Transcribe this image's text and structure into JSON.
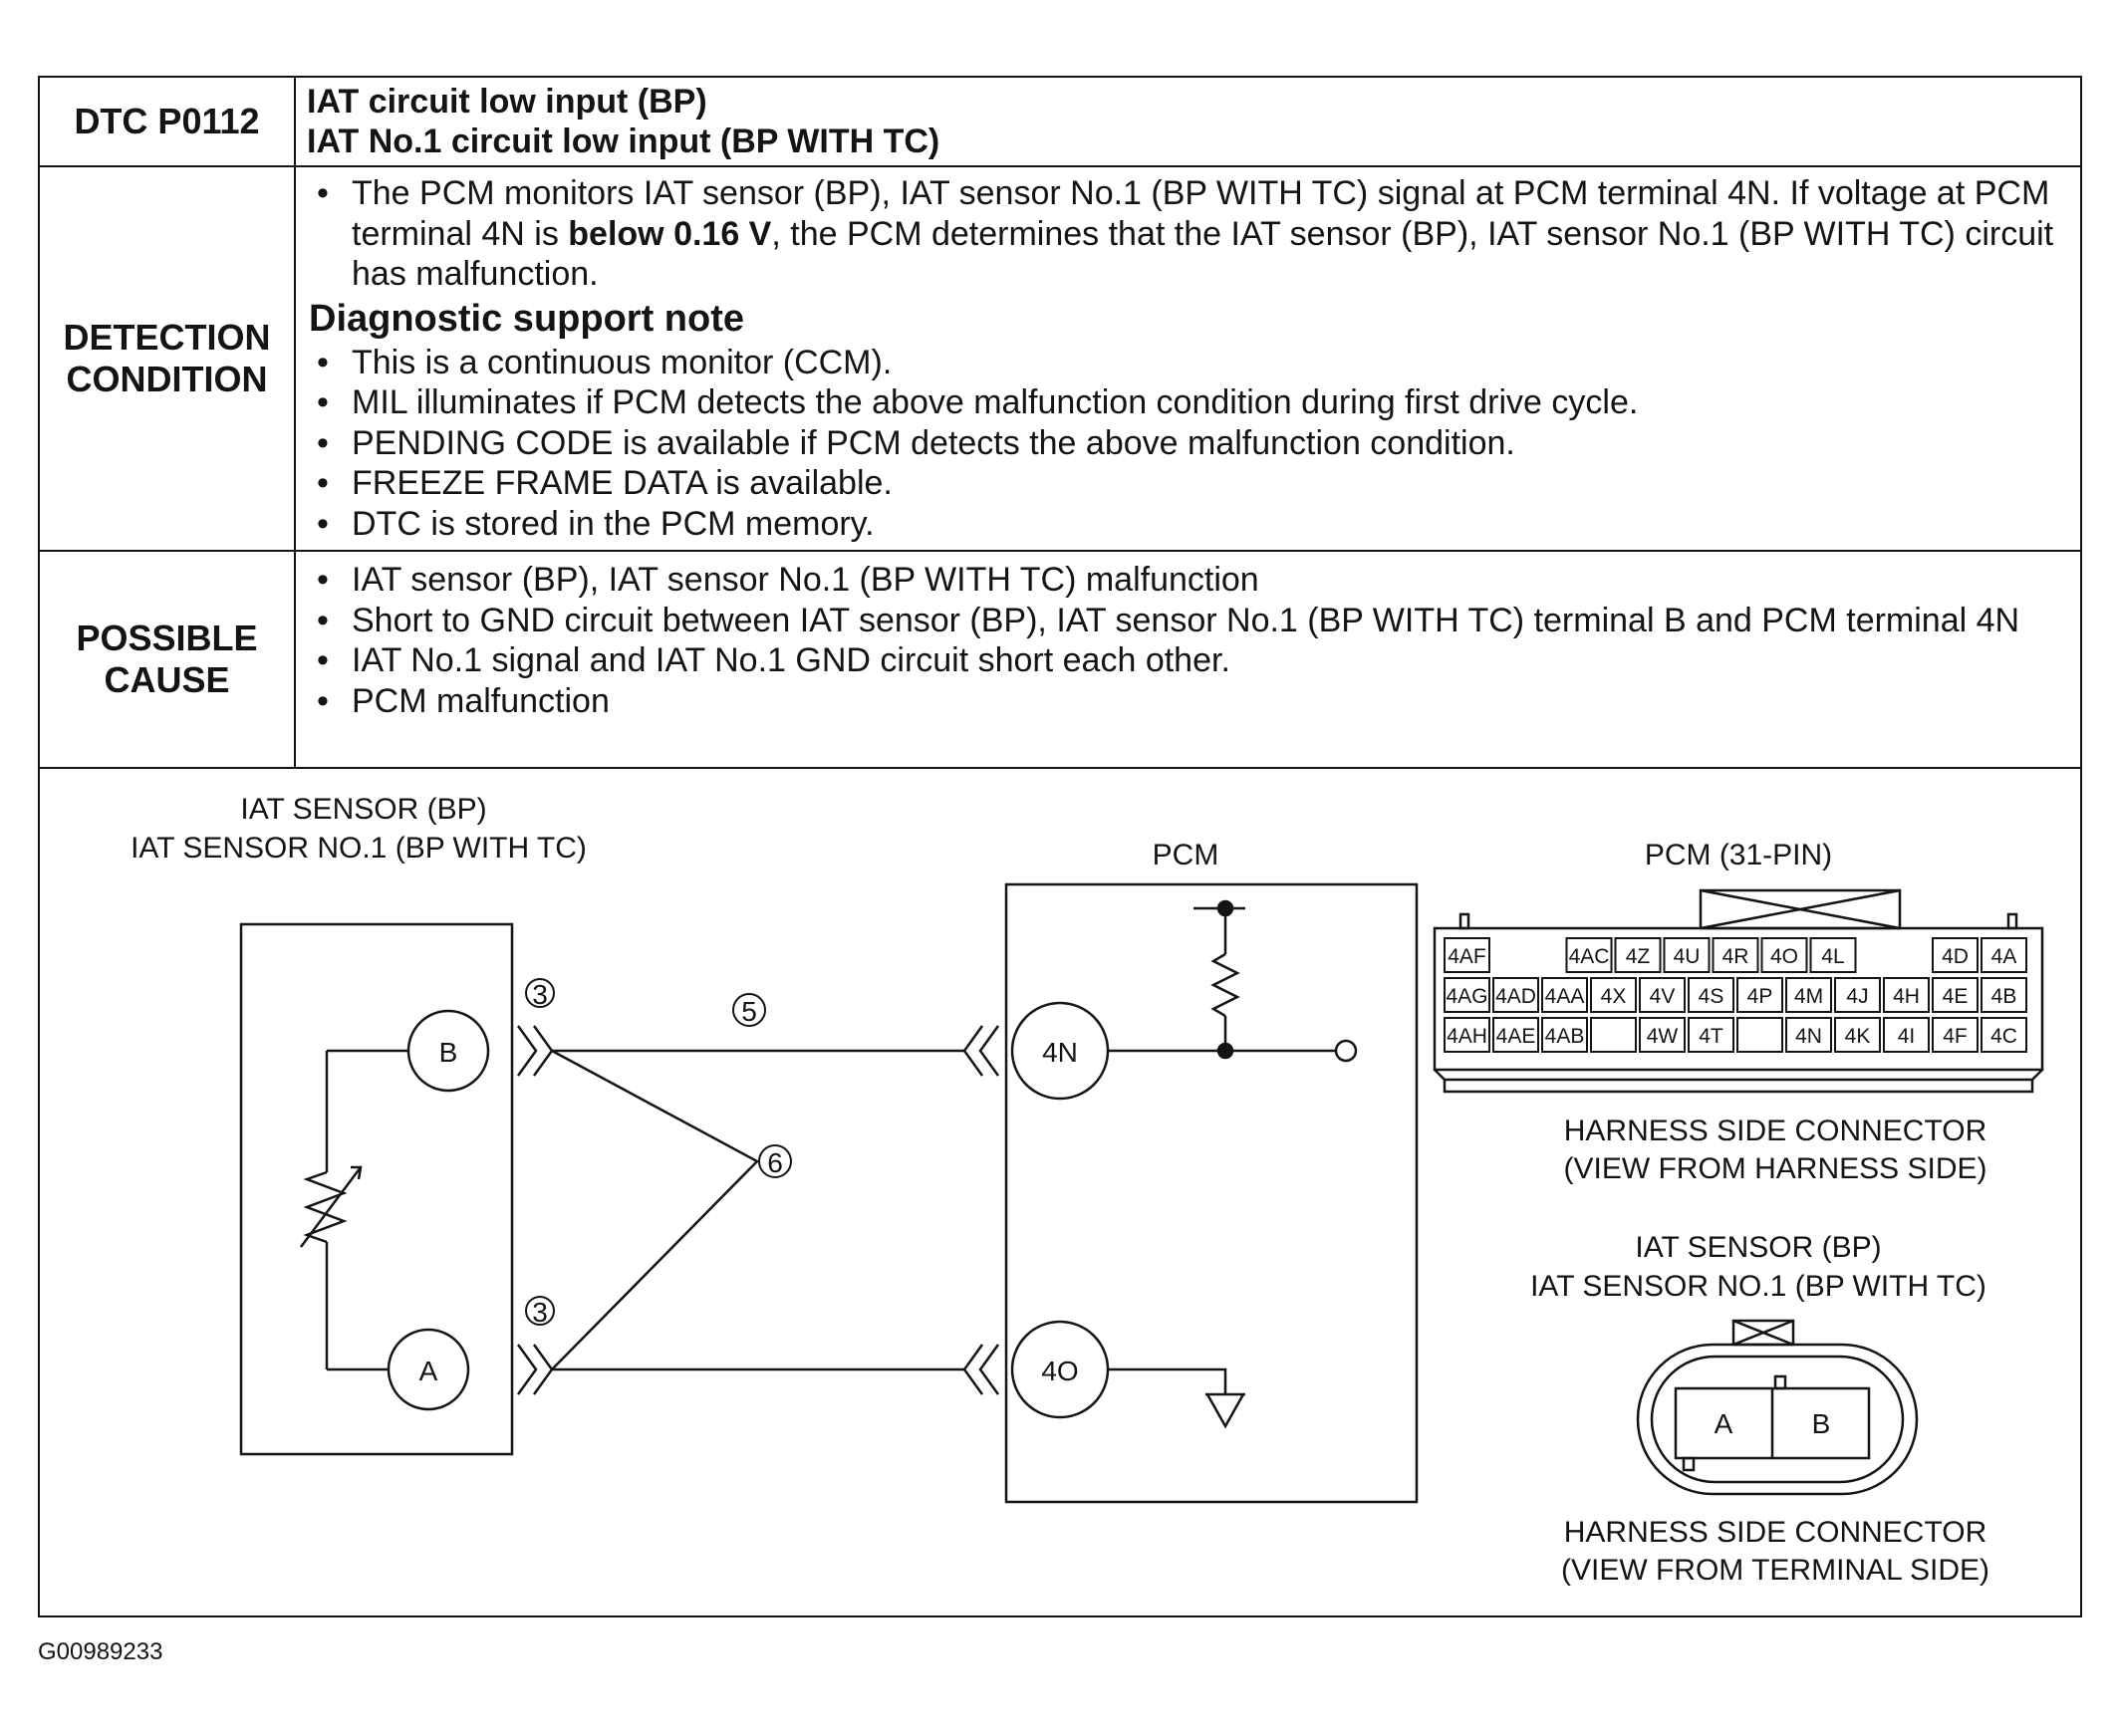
{
  "dtc": {
    "label": "DTC P0112",
    "title_line1": "IAT circuit low input (BP)",
    "title_line2": "IAT No.1 circuit low input (BP WITH TC)"
  },
  "detection": {
    "label_line1": "DETECTION",
    "label_line2": "CONDITION",
    "bullet1_part1": "The PCM monitors IAT sensor (BP), IAT sensor No.1 (BP WITH TC) signal at PCM terminal 4N. If voltage at PCM terminal 4N is ",
    "bullet1_bold": "below 0.16 V",
    "bullet1_part2": ", the PCM determines that the IAT sensor (BP), IAT sensor No.1 (BP WITH TC) circuit has malfunction.",
    "note_heading": "Diagnostic support note",
    "notes": [
      "This is a continuous monitor (CCM).",
      "MIL illuminates if PCM detects the above malfunction condition during first drive cycle.",
      "PENDING CODE is available if PCM detects the above malfunction condition.",
      "FREEZE FRAME DATA is available.",
      "DTC is stored in the PCM memory."
    ]
  },
  "possible_cause": {
    "label_line1": "POSSIBLE",
    "label_line2": "CAUSE",
    "items": [
      "IAT sensor (BP), IAT sensor No.1 (BP WITH TC) malfunction",
      "Short to GND circuit between IAT sensor (BP), IAT sensor No.1 (BP WITH TC) terminal B and PCM terminal 4N",
      "IAT No.1 signal and IAT No.1 GND circuit short each other.",
      "PCM malfunction"
    ]
  },
  "diagram": {
    "sensor_title_line1": "IAT SENSOR (BP)",
    "sensor_title_line2": "IAT SENSOR NO.1 (BP WITH TC)",
    "pcm_title": "PCM",
    "terminal_b": "B",
    "terminal_a": "A",
    "terminal_4n": "4N",
    "terminal_4o": "4O",
    "callout_3": "3",
    "callout_5": "5",
    "callout_6": "6",
    "connector_title": "PCM (31-PIN)",
    "connector_rows": [
      [
        "4AF",
        "",
        "4AC",
        "4Z",
        "4U",
        "4R",
        "4O",
        "4L",
        "",
        "4D",
        "4A"
      ],
      [
        "4AG",
        "4AD",
        "4AA",
        "4X",
        "4V",
        "4S",
        "4P",
        "4M",
        "4J",
        "4H",
        "4E",
        "4B"
      ],
      [
        "4AH",
        "4AE",
        "4AB",
        "",
        "4W",
        "4T",
        "",
        "4N",
        "4K",
        "4I",
        "4F",
        "4C"
      ]
    ],
    "harness_caption_line1": "HARNESS SIDE CONNECTOR",
    "harness_caption_line2": "(VIEW FROM HARNESS SIDE)",
    "sensor_conn_title_line1": "IAT SENSOR (BP)",
    "sensor_conn_title_line2": "IAT SENSOR NO.1 (BP WITH TC)",
    "sensor_pin_a": "A",
    "sensor_pin_b": "B",
    "terminal_caption_line1": "HARNESS SIDE CONNECTOR",
    "terminal_caption_line2": "(VIEW FROM TERMINAL SIDE)"
  },
  "figure_code": "G00989233"
}
